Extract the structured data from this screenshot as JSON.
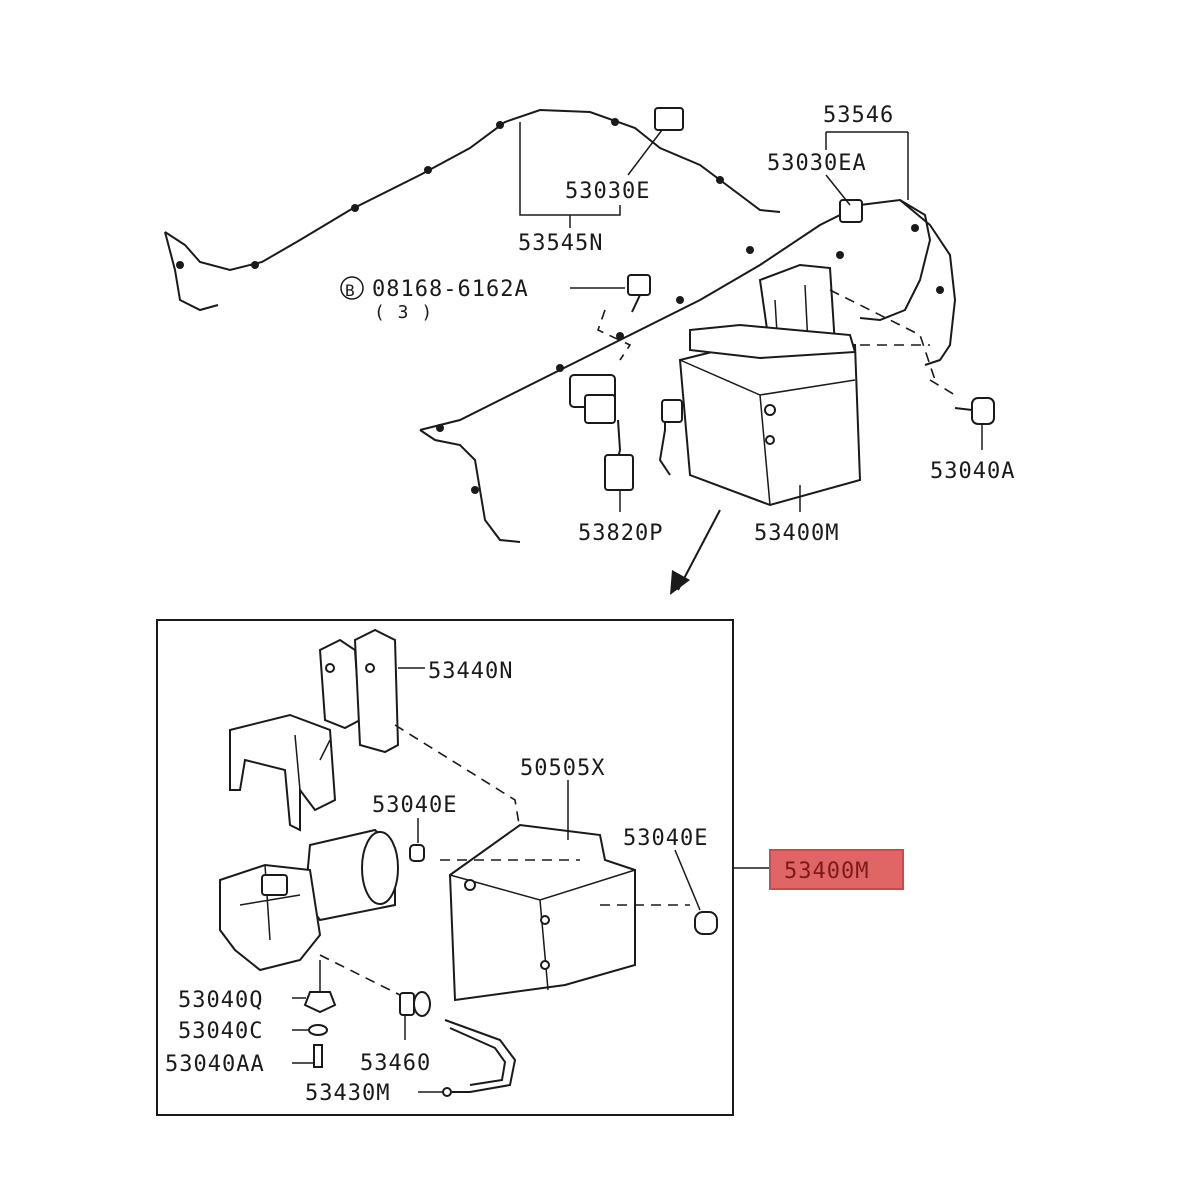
{
  "labels": {
    "p53546": "53546",
    "p53030EA": "53030EA",
    "p53030E": "53030E",
    "p53545N": "53545N",
    "bolt_symbol": "B",
    "bolt_part": "08168-6162A",
    "bolt_qty": "( 3 )",
    "p53040A": "53040A",
    "p53820P": "53820P",
    "p53400M_top": "53400M",
    "p53440N": "53440N",
    "p50505X": "50505X",
    "p53040E_left": "53040E",
    "p53040E_right": "53040E",
    "p53400M_highlight": "53400M",
    "p53040Q": "53040Q",
    "p53040C": "53040C",
    "p53040AA": "53040AA",
    "p53460": "53460",
    "p53430M": "53430M"
  },
  "colors": {
    "highlight_fill": "#e06666",
    "highlight_border": "#c94a4a",
    "line": "#1a1a1a"
  }
}
